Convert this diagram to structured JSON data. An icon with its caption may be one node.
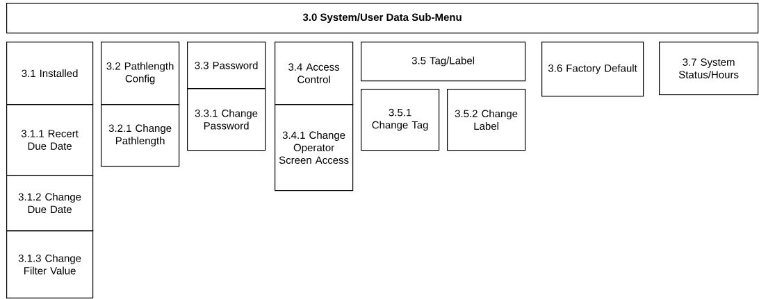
{
  "diagram": {
    "title": "3.0 System/User Data Sub-Menu",
    "nodes": [
      {
        "text": [
          "3.1 Installed"
        ]
      },
      {
        "text": [
          "3.1.1 Recert Due Date"
        ]
      },
      {
        "text": [
          "3.1.2 Change Due Date"
        ]
      },
      {
        "text": [
          "3.1.3 Change Filter Value"
        ]
      },
      {
        "text": [
          "3.2 Pathlength Config"
        ]
      },
      {
        "text": [
          "3.2.1 Change Pathlength"
        ]
      },
      {
        "text": [
          "3.3 Password"
        ]
      },
      {
        "text": [
          "3.3.1 Change Password"
        ]
      },
      {
        "text": [
          "3.4 Access Control"
        ]
      },
      {
        "text": [
          "3.4.1 Change Operator Screen Access"
        ]
      },
      {
        "text": [
          "3.5 Tag/Label"
        ]
      },
      {
        "text": [
          "3.5.1 Change Tag"
        ]
      },
      {
        "text": [
          "3.5.2 Change Label"
        ]
      },
      {
        "text": [
          "3.6 Factory Default"
        ]
      },
      {
        "text": [
          "3.7 System Status/Hours"
        ]
      }
    ]
  }
}
